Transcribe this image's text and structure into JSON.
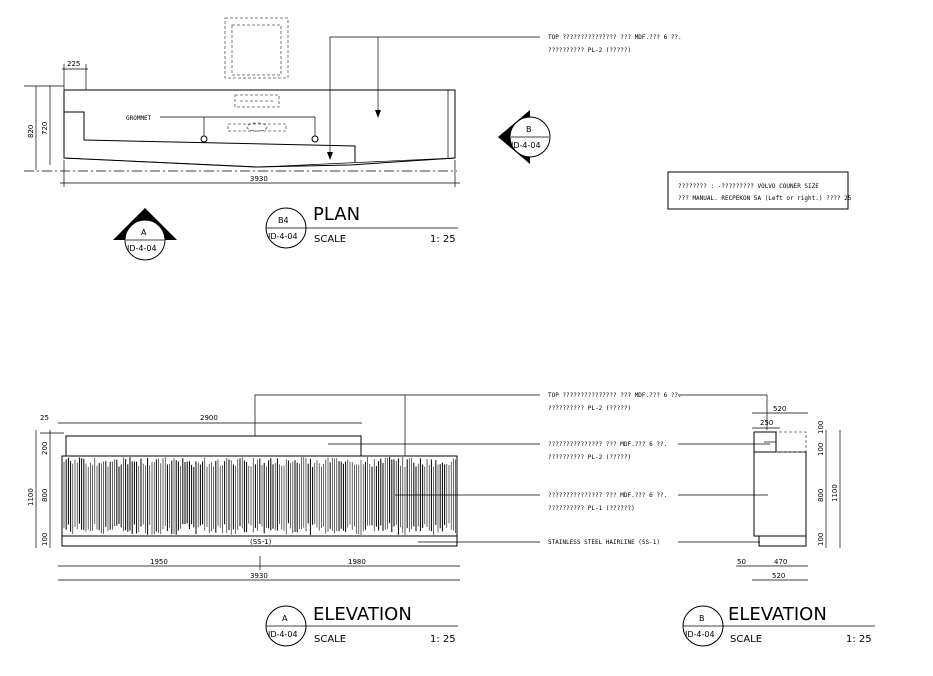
{
  "plan": {
    "title": "PLAN",
    "tag_top": "B4",
    "tag_bottom": "ID-4-04",
    "scale_label": "SCALE",
    "scale_value": "1: 25",
    "dims": {
      "top_left": "225",
      "left_outer": "820",
      "left_inner": "720",
      "overall": "3930"
    },
    "grommet_label": "GROMMET",
    "note_line1": "TOP ??????????????? ??? MDF.??? 6 ??.",
    "note_line2": "?????????? PL-2 (?????)",
    "section_a_top": "A",
    "section_a_bottom": "ID-4-04",
    "section_b_top": "B",
    "section_b_bottom": "ID-4-04"
  },
  "info_box": {
    "line1": "???????? : -????????? VOLVO COUNER SIZE",
    "line2": "??? MANUAL. RECPEKON 5A (Left or right.) ???? 25"
  },
  "elevation_a": {
    "title": "ELEVATION",
    "tag_top": "A",
    "tag_bottom": "ID-4-04",
    "scale_label": "SCALE",
    "scale_value": "1: 25",
    "dims": {
      "offset": "25",
      "top_width": "2900",
      "h_top": "200",
      "h_mid": "800",
      "h_base": "100",
      "h_total": "1100",
      "left": "1950",
      "right": "1980",
      "overall": "3930"
    },
    "base_label": "(SS-1)"
  },
  "elevation_b": {
    "title": "ELEVATION",
    "tag_top": "B",
    "tag_bottom": "ID-4-04",
    "scale_label": "SCALE",
    "scale_value": "1: 25",
    "dims": {
      "width_top": "520",
      "inner_top": "250",
      "h_top": "100",
      "h_mid2": "100",
      "h_mid": "800",
      "h_base": "100",
      "h_total": "1100",
      "base_left": "50",
      "base_mid": "470",
      "base_total": "520"
    }
  },
  "notes": {
    "n1_line1": "TOP ??????????????? ??? MDF.??? 6 ??.",
    "n1_line2": "?????????? PL-2 (?????)",
    "n2_line1": "??????????????? ??? MDF.??? 6 ??.",
    "n2_line2": "?????????? PL-2 (?????)",
    "n3_line1": "??????????????? ??? MDF.??? 6 ??.",
    "n3_line2": "?????????? PL-1 (??????)",
    "n4_line1": "STAINLESS STEEL HAIRLINE (SS-1)"
  }
}
